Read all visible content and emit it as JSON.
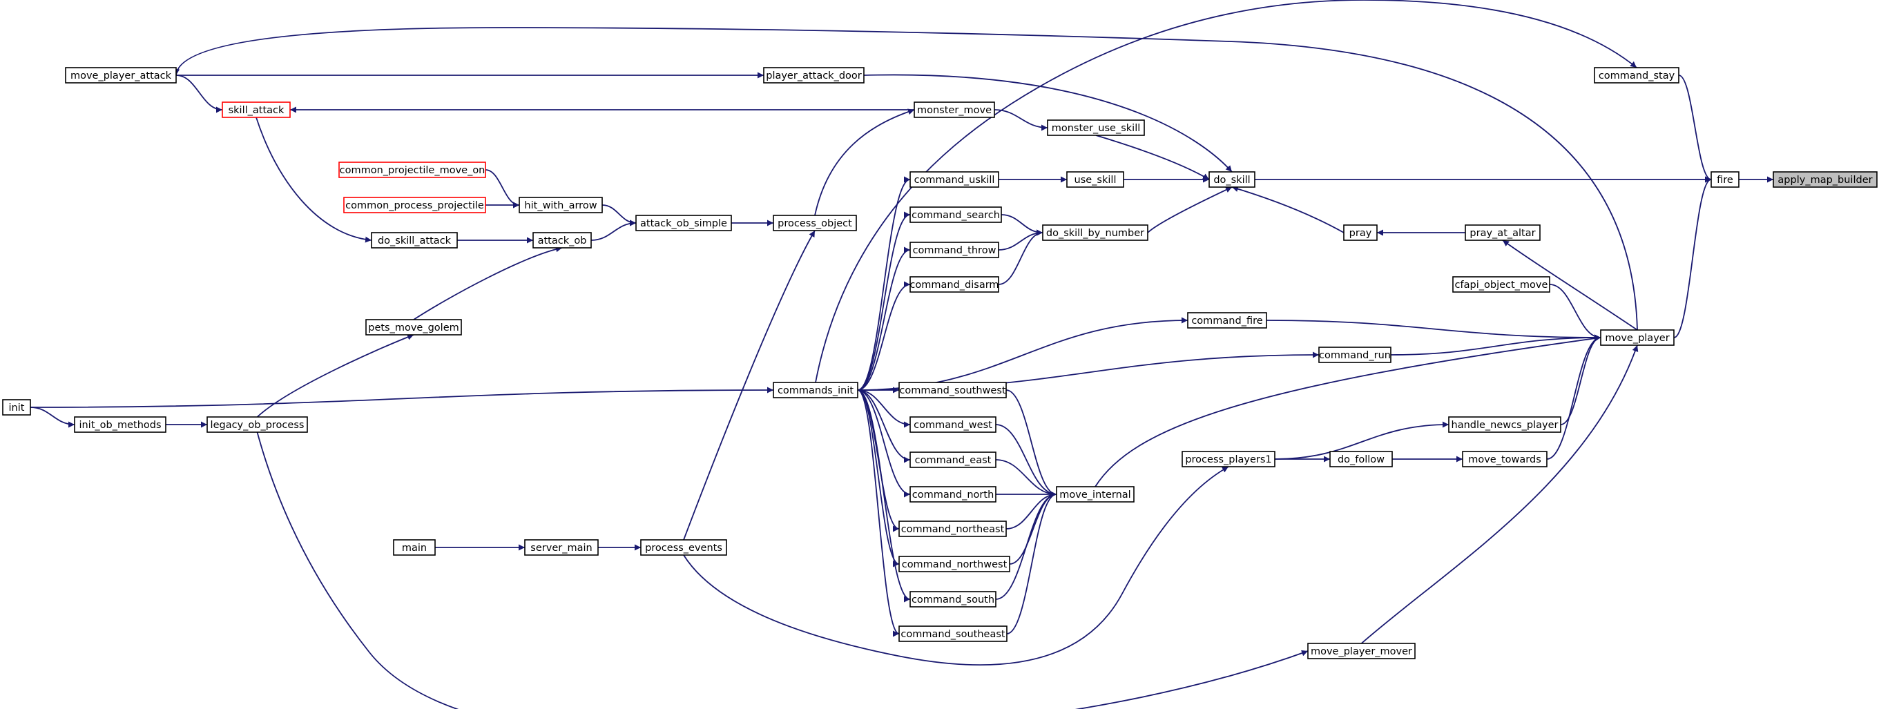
{
  "graph": {
    "kind": "caller-graph",
    "edge_color": "#191970",
    "highlight_border_color": "#ff0000",
    "root_fill_color": "#bfbfbf",
    "nodes": [
      {
        "id": "apply_map_builder",
        "label": "apply_map_builder",
        "style": "root"
      },
      {
        "id": "fire",
        "label": "fire"
      },
      {
        "id": "command_stay",
        "label": "command_stay"
      },
      {
        "id": "move_player",
        "label": "move_player"
      },
      {
        "id": "move_player_attack",
        "label": "move_player_attack"
      },
      {
        "id": "player_attack_door",
        "label": "player_attack_door"
      },
      {
        "id": "skill_attack",
        "label": "skill_attack",
        "style": "highlight"
      },
      {
        "id": "monster_move",
        "label": "monster_move"
      },
      {
        "id": "monster_use_skill",
        "label": "monster_use_skill"
      },
      {
        "id": "do_skill",
        "label": "do_skill"
      },
      {
        "id": "use_skill",
        "label": "use_skill"
      },
      {
        "id": "command_uskill",
        "label": "command_uskill"
      },
      {
        "id": "common_projectile_move_on",
        "label": "common_projectile_move_on",
        "style": "highlight"
      },
      {
        "id": "common_process_projectile",
        "label": "common_process_projectile",
        "style": "highlight"
      },
      {
        "id": "hit_with_arrow",
        "label": "hit_with_arrow"
      },
      {
        "id": "attack_ob_simple",
        "label": "attack_ob_simple"
      },
      {
        "id": "process_object",
        "label": "process_object"
      },
      {
        "id": "command_search",
        "label": "command_search"
      },
      {
        "id": "do_skill_by_number",
        "label": "do_skill_by_number"
      },
      {
        "id": "pray",
        "label": "pray"
      },
      {
        "id": "pray_at_altar",
        "label": "pray_at_altar"
      },
      {
        "id": "do_skill_attack",
        "label": "do_skill_attack"
      },
      {
        "id": "attack_ob",
        "label": "attack_ob"
      },
      {
        "id": "command_throw",
        "label": "command_throw"
      },
      {
        "id": "command_disarm",
        "label": "command_disarm"
      },
      {
        "id": "cfapi_object_move",
        "label": "cfapi_object_move"
      },
      {
        "id": "command_fire",
        "label": "command_fire"
      },
      {
        "id": "pets_move_golem",
        "label": "pets_move_golem"
      },
      {
        "id": "command_run",
        "label": "command_run"
      },
      {
        "id": "init",
        "label": "init"
      },
      {
        "id": "commands_init",
        "label": "commands_init"
      },
      {
        "id": "command_southwest",
        "label": "command_southwest"
      },
      {
        "id": "init_ob_methods",
        "label": "init_ob_methods"
      },
      {
        "id": "legacy_ob_process",
        "label": "legacy_ob_process"
      },
      {
        "id": "command_west",
        "label": "command_west"
      },
      {
        "id": "handle_newcs_player",
        "label": "handle_newcs_player"
      },
      {
        "id": "process_players1",
        "label": "process_players1"
      },
      {
        "id": "do_follow",
        "label": "do_follow"
      },
      {
        "id": "move_towards",
        "label": "move_towards"
      },
      {
        "id": "command_east",
        "label": "command_east"
      },
      {
        "id": "command_north",
        "label": "command_north"
      },
      {
        "id": "move_internal",
        "label": "move_internal"
      },
      {
        "id": "command_northeast",
        "label": "command_northeast"
      },
      {
        "id": "main",
        "label": "main"
      },
      {
        "id": "server_main",
        "label": "server_main"
      },
      {
        "id": "process_events",
        "label": "process_events"
      },
      {
        "id": "command_northwest",
        "label": "command_northwest"
      },
      {
        "id": "command_south",
        "label": "command_south"
      },
      {
        "id": "command_southeast",
        "label": "command_southeast"
      },
      {
        "id": "move_player_mover",
        "label": "move_player_mover"
      }
    ],
    "edges": [
      {
        "from": "fire",
        "to": "apply_map_builder"
      },
      {
        "from": "command_stay",
        "to": "fire"
      },
      {
        "from": "move_player",
        "to": "fire"
      },
      {
        "from": "do_skill",
        "to": "fire"
      },
      {
        "from": "commands_init",
        "to": "command_stay"
      },
      {
        "from": "move_player",
        "to": "move_player_attack"
      },
      {
        "from": "move_player_attack",
        "to": "player_attack_door"
      },
      {
        "from": "move_player_attack",
        "to": "skill_attack"
      },
      {
        "from": "player_attack_door",
        "to": "do_skill"
      },
      {
        "from": "monster_move",
        "to": "skill_attack"
      },
      {
        "from": "monster_move",
        "to": "monster_use_skill"
      },
      {
        "from": "monster_use_skill",
        "to": "do_skill"
      },
      {
        "from": "use_skill",
        "to": "do_skill"
      },
      {
        "from": "do_skill_by_number",
        "to": "do_skill"
      },
      {
        "from": "pray",
        "to": "do_skill"
      },
      {
        "from": "command_uskill",
        "to": "use_skill"
      },
      {
        "from": "skill_attack",
        "to": "do_skill_attack"
      },
      {
        "from": "common_projectile_move_on",
        "to": "hit_with_arrow"
      },
      {
        "from": "common_process_projectile",
        "to": "hit_with_arrow"
      },
      {
        "from": "hit_with_arrow",
        "to": "attack_ob_simple"
      },
      {
        "from": "attack_ob",
        "to": "attack_ob_simple"
      },
      {
        "from": "attack_ob_simple",
        "to": "process_object"
      },
      {
        "from": "process_object",
        "to": "monster_move"
      },
      {
        "from": "command_search",
        "to": "do_skill_by_number"
      },
      {
        "from": "command_throw",
        "to": "do_skill_by_number"
      },
      {
        "from": "command_disarm",
        "to": "do_skill_by_number"
      },
      {
        "from": "pray_at_altar",
        "to": "pray"
      },
      {
        "from": "move_player",
        "to": "pray_at_altar"
      },
      {
        "from": "do_skill_attack",
        "to": "attack_ob"
      },
      {
        "from": "pets_move_golem",
        "to": "attack_ob"
      },
      {
        "from": "cfapi_object_move",
        "to": "move_player"
      },
      {
        "from": "command_fire",
        "to": "move_player"
      },
      {
        "from": "command_run",
        "to": "move_player"
      },
      {
        "from": "move_internal",
        "to": "move_player"
      },
      {
        "from": "handle_newcs_player",
        "to": "move_player"
      },
      {
        "from": "move_towards",
        "to": "move_player"
      },
      {
        "from": "move_player_mover",
        "to": "move_player"
      },
      {
        "from": "legacy_ob_process",
        "to": "pets_move_golem"
      },
      {
        "from": "init",
        "to": "commands_init"
      },
      {
        "from": "init",
        "to": "init_ob_methods"
      },
      {
        "from": "init_ob_methods",
        "to": "legacy_ob_process"
      },
      {
        "from": "commands_init",
        "to": "command_uskill"
      },
      {
        "from": "commands_init",
        "to": "command_search"
      },
      {
        "from": "commands_init",
        "to": "command_throw"
      },
      {
        "from": "commands_init",
        "to": "command_disarm"
      },
      {
        "from": "commands_init",
        "to": "command_fire"
      },
      {
        "from": "commands_init",
        "to": "command_run"
      },
      {
        "from": "commands_init",
        "to": "command_southwest"
      },
      {
        "from": "commands_init",
        "to": "command_west"
      },
      {
        "from": "commands_init",
        "to": "command_east"
      },
      {
        "from": "commands_init",
        "to": "command_north"
      },
      {
        "from": "commands_init",
        "to": "command_northeast"
      },
      {
        "from": "commands_init",
        "to": "command_northwest"
      },
      {
        "from": "commands_init",
        "to": "command_south"
      },
      {
        "from": "commands_init",
        "to": "command_southeast"
      },
      {
        "from": "command_southwest",
        "to": "move_internal"
      },
      {
        "from": "command_west",
        "to": "move_internal"
      },
      {
        "from": "command_east",
        "to": "move_internal"
      },
      {
        "from": "command_north",
        "to": "move_internal"
      },
      {
        "from": "command_northeast",
        "to": "move_internal"
      },
      {
        "from": "command_northwest",
        "to": "move_internal"
      },
      {
        "from": "command_south",
        "to": "move_internal"
      },
      {
        "from": "command_southeast",
        "to": "move_internal"
      },
      {
        "from": "process_players1",
        "to": "handle_newcs_player"
      },
      {
        "from": "process_players1",
        "to": "do_follow"
      },
      {
        "from": "do_follow",
        "to": "move_towards"
      },
      {
        "from": "process_events",
        "to": "process_players1"
      },
      {
        "from": "process_events",
        "to": "process_object"
      },
      {
        "from": "main",
        "to": "server_main"
      },
      {
        "from": "server_main",
        "to": "process_events"
      },
      {
        "from": "legacy_ob_process",
        "to": "move_player_mover"
      }
    ]
  }
}
